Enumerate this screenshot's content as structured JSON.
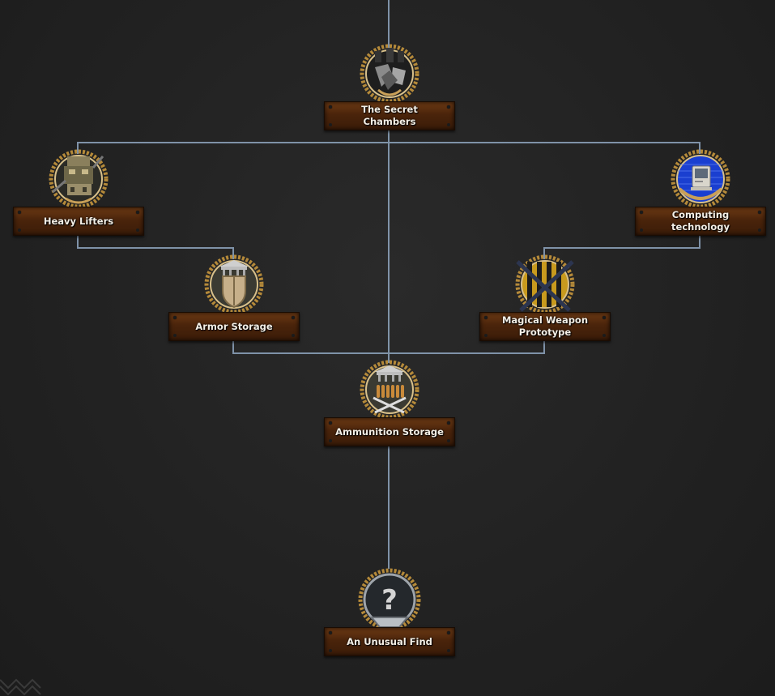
{
  "focus_tree": {
    "nodes": [
      {
        "id": "secret-chambers",
        "label": "The Secret Chambers",
        "icon": "secret-chambers-icon"
      },
      {
        "id": "heavy-lifters",
        "label": "Heavy Lifters",
        "icon": "heavy-lifters-icon"
      },
      {
        "id": "computing-technology",
        "label": "Computing technology",
        "icon": "computer-icon"
      },
      {
        "id": "armor-storage",
        "label": "Armor Storage",
        "icon": "armor-shield-icon"
      },
      {
        "id": "magical-weapon-prototype",
        "label": "Magical Weapon Prototype",
        "icon": "crossed-rifles-icon"
      },
      {
        "id": "ammunition-storage",
        "label": "Ammunition Storage",
        "icon": "ammunition-icon"
      },
      {
        "id": "unusual-find",
        "label": "An Unusual Find",
        "icon": "question-mark-icon"
      }
    ]
  },
  "colors": {
    "line": "#8fa6bf",
    "plate": "#4a240b",
    "laurel": "#b58a3a",
    "background": "#232323"
  }
}
